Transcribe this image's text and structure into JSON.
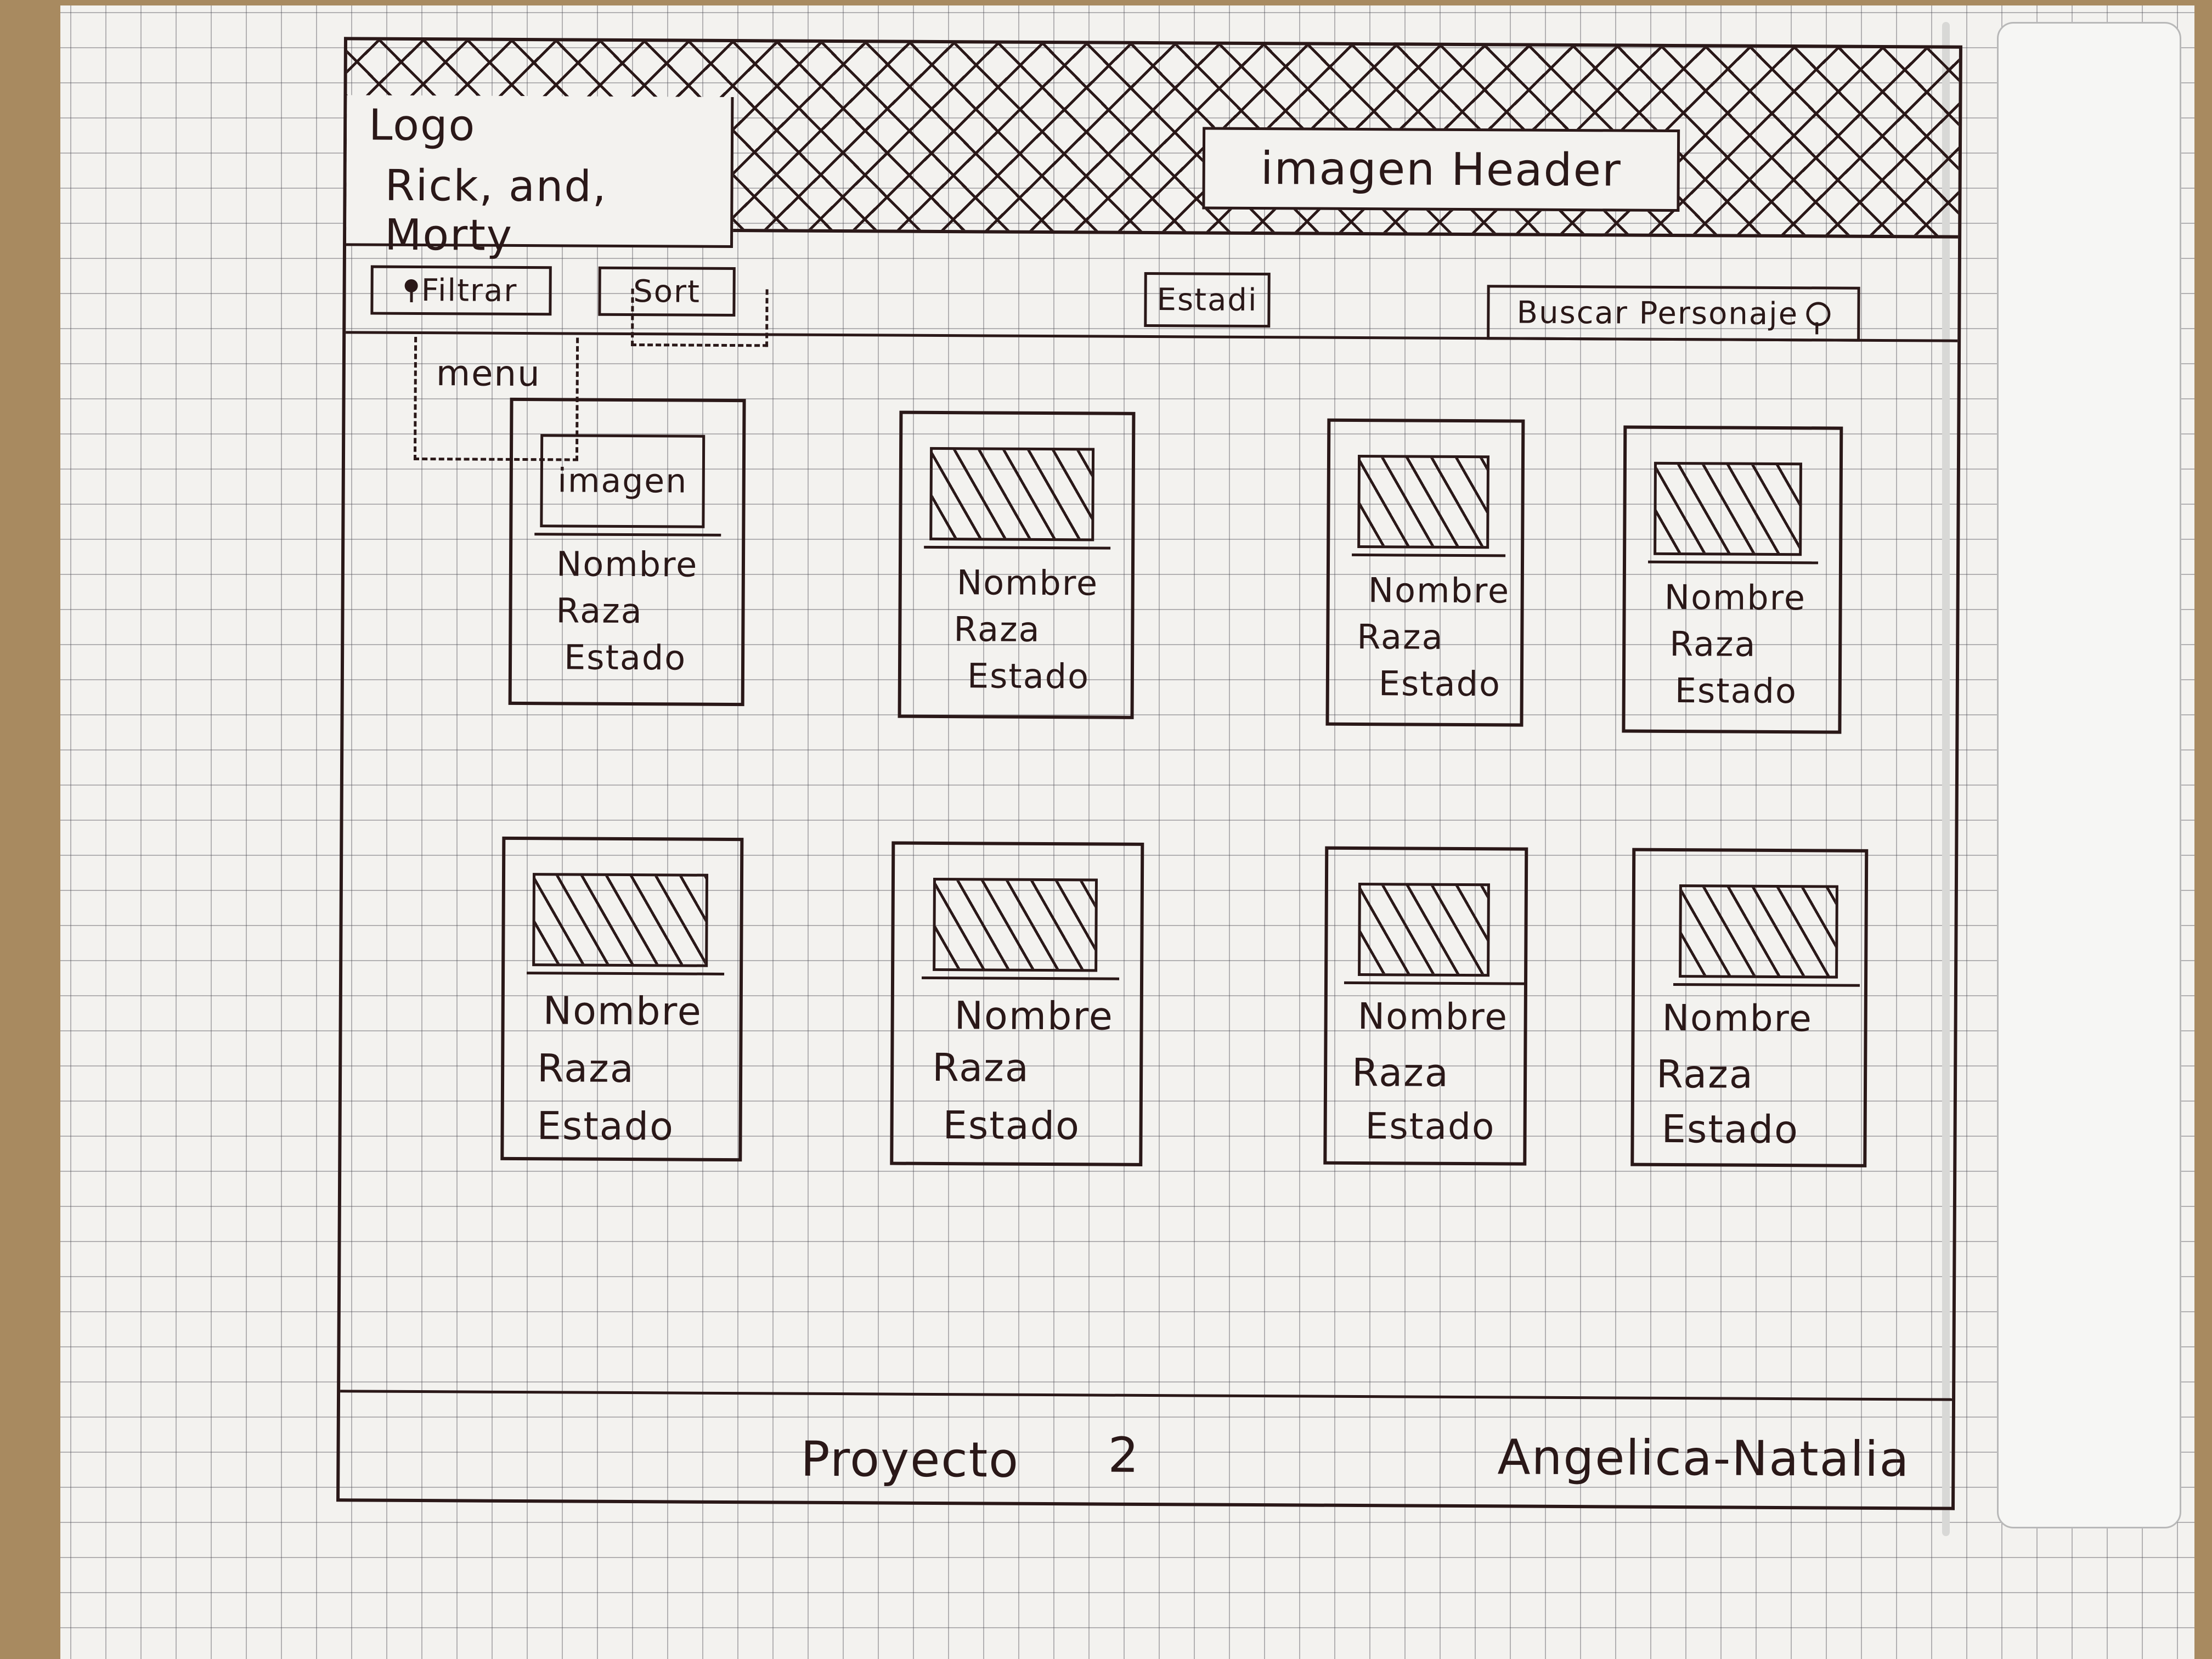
{
  "header": {
    "logo_label": "Logo",
    "logo_subtitle": "Rick, and, Morty",
    "image_label": "imagen Header"
  },
  "toolbar": {
    "filter_label": "Filtrar",
    "sort_label": "Sort",
    "stats_label": "Estadi",
    "search_label": "Buscar Personaje"
  },
  "menu": {
    "label": "menu"
  },
  "cards": [
    {
      "image_label": "imagen",
      "name": "Nombre",
      "race": "Raza",
      "status": "Estado"
    },
    {
      "image_label": "",
      "name": "Nombre",
      "race": "Raza",
      "status": "Estado"
    },
    {
      "image_label": "",
      "name": "Nombre",
      "race": "Raza",
      "status": "Estado"
    },
    {
      "image_label": "",
      "name": "Nombre",
      "race": "Raza",
      "status": "Estado"
    },
    {
      "image_label": "",
      "name": "Nombre",
      "race": "Raza",
      "status": "Estado"
    },
    {
      "image_label": "",
      "name": "Nombre",
      "race": "Raza",
      "status": "Estado"
    },
    {
      "image_label": "",
      "name": "Nombre",
      "race": "Raza",
      "status": "Estado"
    },
    {
      "image_label": "",
      "name": "Nombre",
      "race": "Raza",
      "status": "Estado"
    }
  ],
  "footer": {
    "project_label": "Proyecto",
    "project_number": "2",
    "authors": "Angelica-Natalia"
  }
}
